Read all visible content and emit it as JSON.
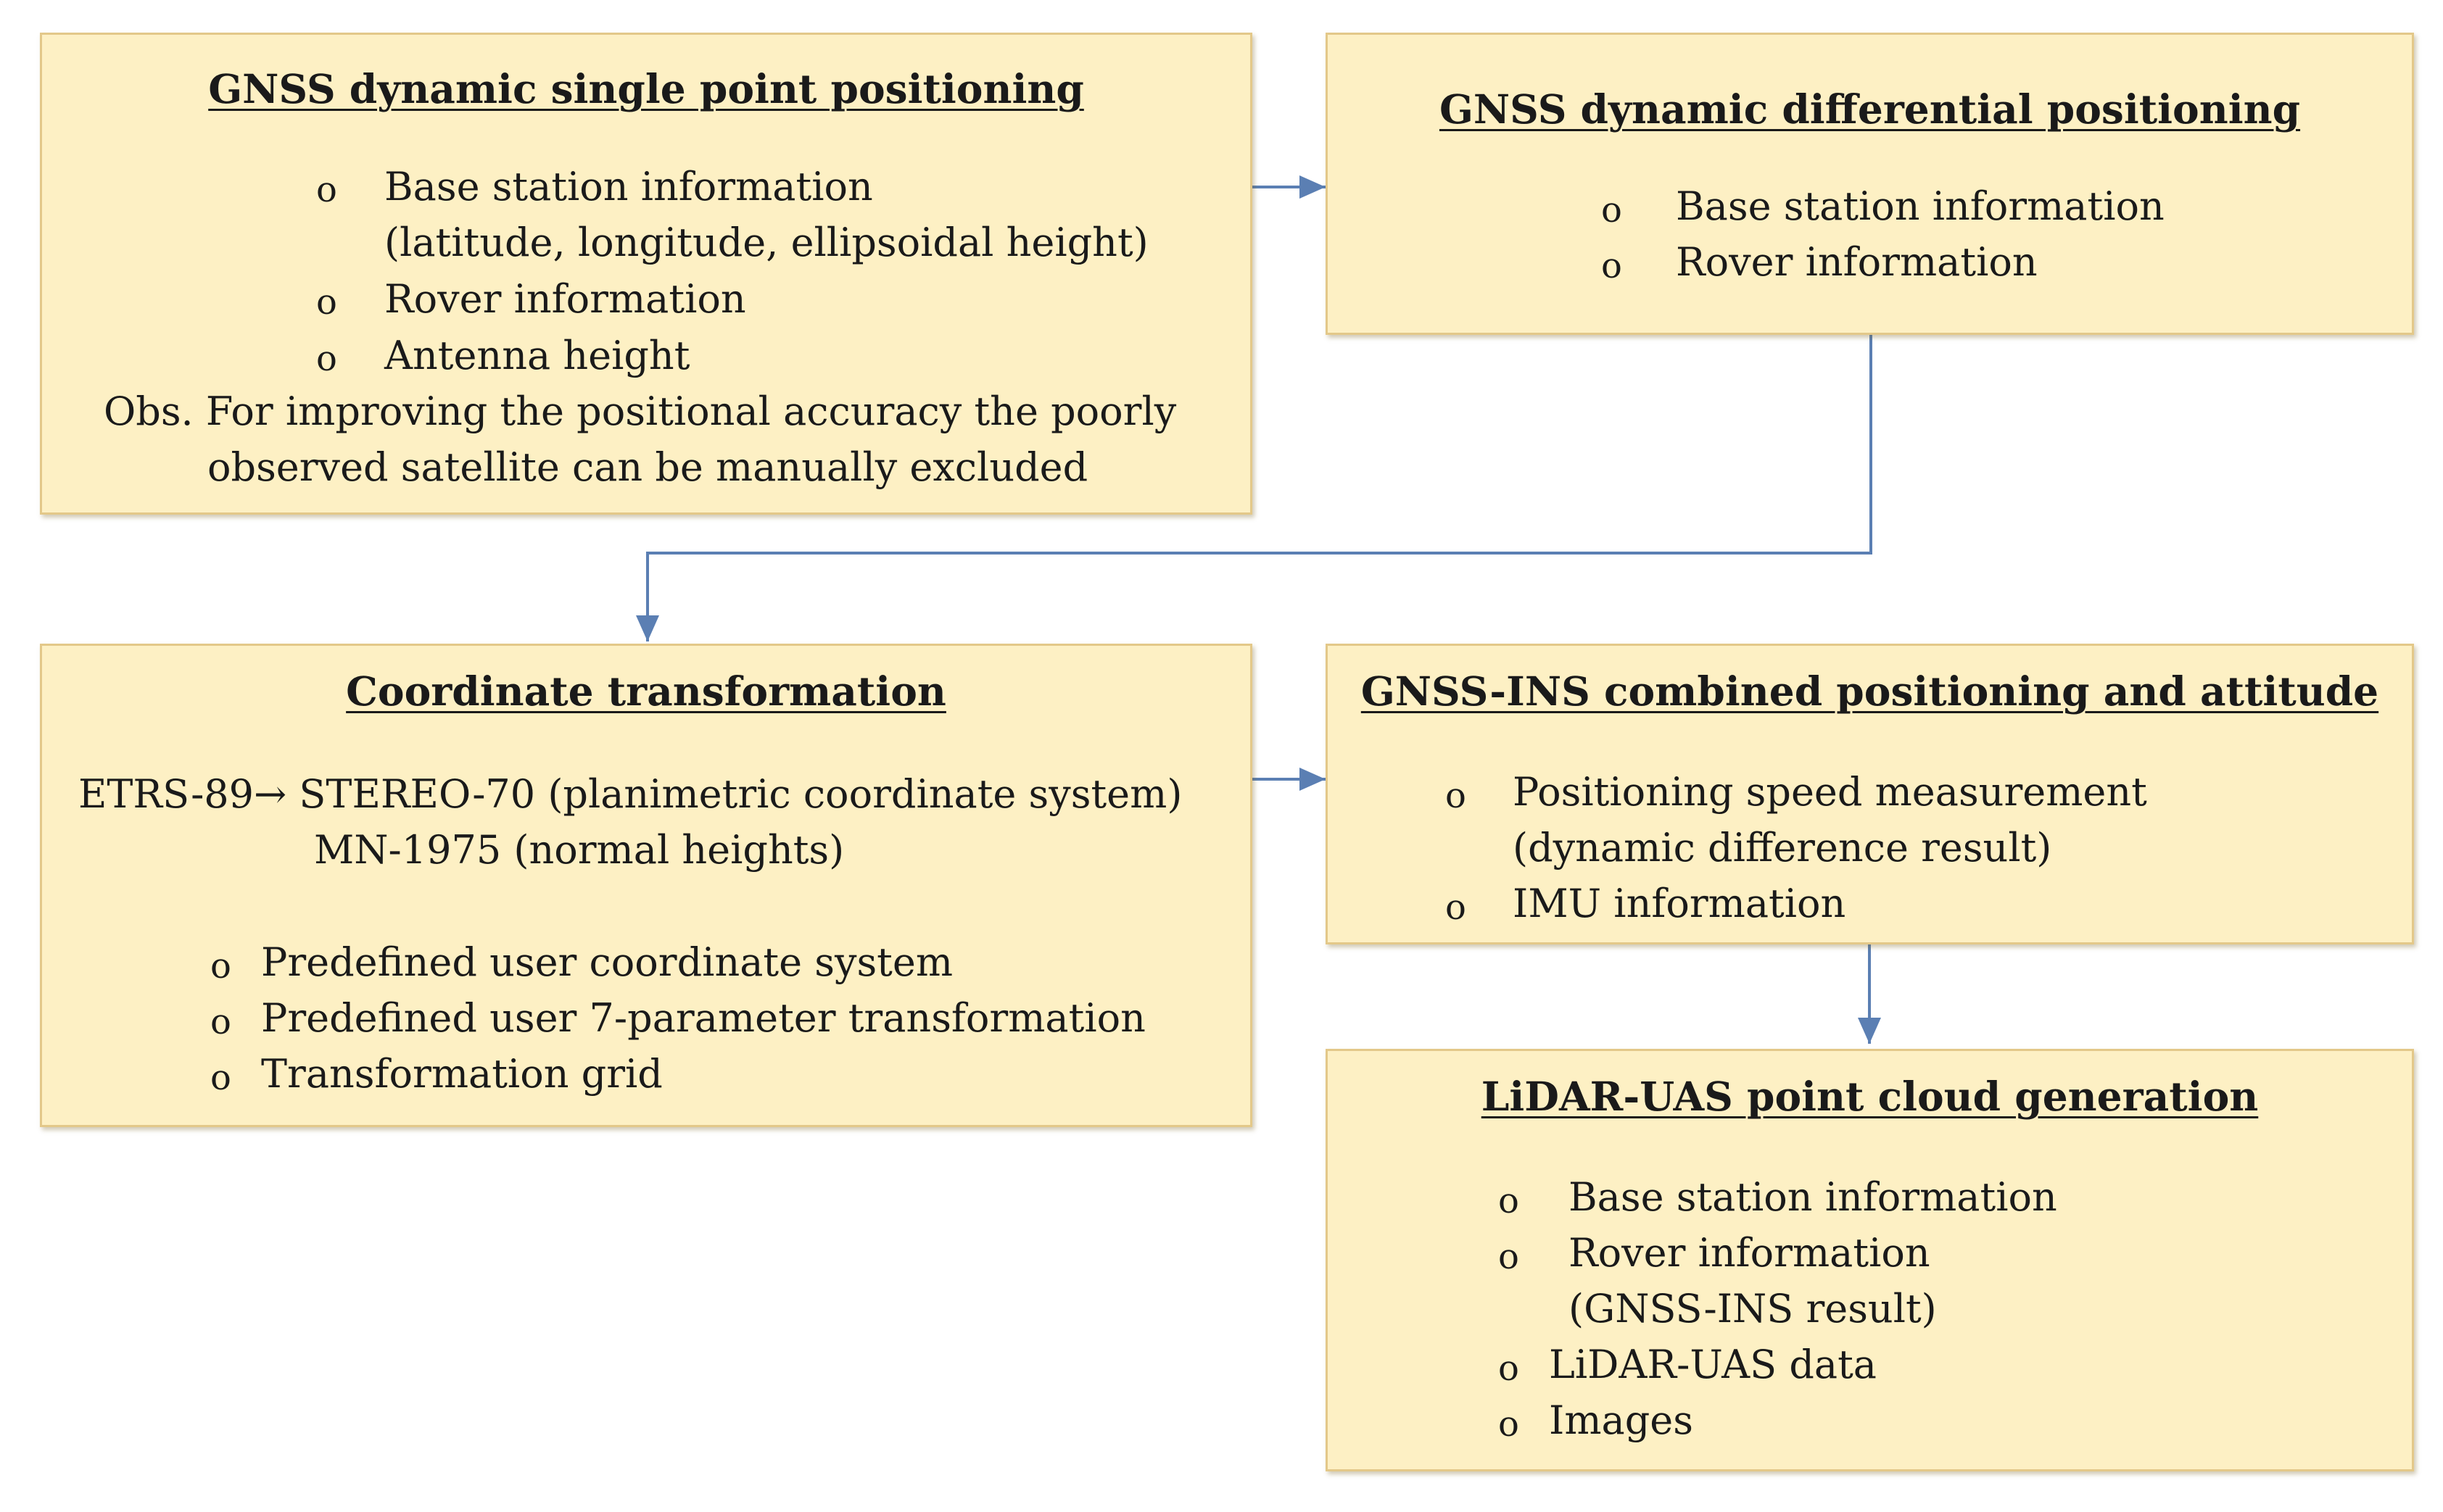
{
  "bullet_glyph": "o",
  "boxes": {
    "single_point": {
      "title": "GNSS dynamic single point positioning",
      "items": [
        "Base station information",
        "(latitude, longitude, ellipsoidal height)",
        "Rover information",
        "Antenna height"
      ],
      "note": [
        "Obs. For improving the positional accuracy the poorly",
        "observed satellite can be manually excluded"
      ]
    },
    "differential": {
      "title": "GNSS dynamic differential positioning",
      "items": [
        "Base station information",
        "Rover information"
      ]
    },
    "coordinate": {
      "title": "Coordinate transformation",
      "lines": [
        "ETRS-89→ STEREO-70 (planimetric coordinate system)",
        "MN-1975 (normal heights)"
      ],
      "items": [
        "Predefined user coordinate system",
        "Predefined user 7-parameter transformation",
        "Transformation grid"
      ]
    },
    "gnss_ins": {
      "title": "GNSS-INS combined positioning and attitude",
      "items": [
        "Positioning speed measurement",
        "(dynamic difference result)",
        "IMU information"
      ]
    },
    "lidar": {
      "title": "LiDAR-UAS point cloud generation",
      "items": [
        "Base station information",
        "Rover information",
        "(GNSS-INS result)",
        "LiDAR-UAS data",
        "Images"
      ]
    }
  },
  "colors": {
    "box_fill": "#fdf0c4",
    "box_border": "#e3c889",
    "arrow": "#5b7fb3"
  }
}
